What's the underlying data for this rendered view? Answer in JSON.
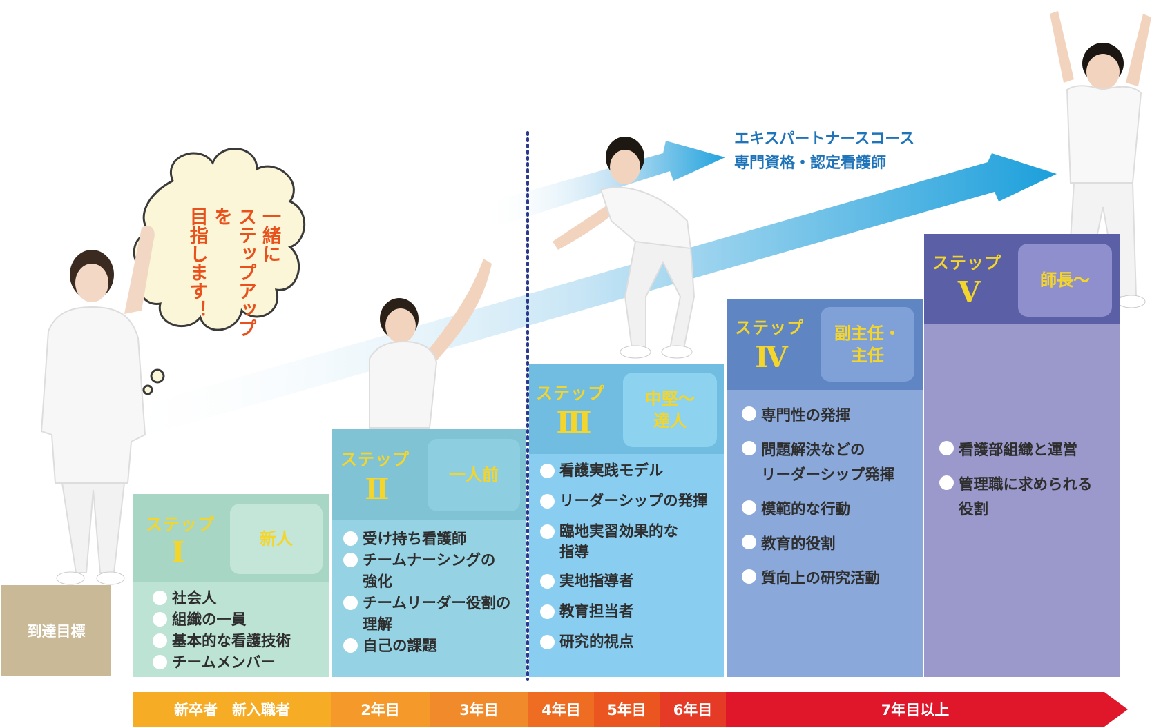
{
  "goal_label": "到達目標",
  "expert": {
    "line1": "エキスパートナースコース",
    "line2": "専門資格・認定看護師"
  },
  "bubble_text": "一緒に\nステップアップを\n目指します！",
  "steps": [
    {
      "step_word": "ステップ",
      "numeral": "Ⅰ",
      "role": "新人",
      "items": [
        "社会人",
        "組織の一員",
        "基本的な看護技術",
        "チームメンバー"
      ]
    },
    {
      "step_word": "ステップ",
      "numeral": "Ⅱ",
      "role": "一人前",
      "items": [
        "受け持ち看護師",
        "チームナーシングの\n強化",
        "チームリーダー役割の\n理解",
        "自己の課題"
      ]
    },
    {
      "step_word": "ステップ",
      "numeral": "Ⅲ",
      "role": "中堅～\n達人",
      "items": [
        "看護実践モデル",
        "リーダーシップの発揮",
        "臨地実習効果的な\n指導",
        "実地指導者",
        "教育担当者",
        "研究的視点"
      ]
    },
    {
      "step_word": "ステップ",
      "numeral": "Ⅳ",
      "role": "副主任・\n主任",
      "items": [
        "専門性の発揮",
        "問題解決などの\nリーダーシップ発揮",
        "模範的な行動",
        "教育的役割",
        "質向上の研究活動"
      ]
    },
    {
      "step_word": "ステップ",
      "numeral": "Ⅴ",
      "role": "師長～",
      "items": [
        "看護部組織と運営",
        "管理職に求められる\n役割"
      ]
    }
  ],
  "timeline": [
    {
      "label": "新卒者　新入職者",
      "color": "#f6ac25"
    },
    {
      "label": "2年目",
      "color": "#f59a2a"
    },
    {
      "label": "3年目",
      "color": "#f08a2b"
    },
    {
      "label": "4年目",
      "color": "#ee6d22"
    },
    {
      "label": "5年目",
      "color": "#ea5520"
    },
    {
      "label": "6年目",
      "color": "#e53b26"
    },
    {
      "label": "7年目以上",
      "color": "#e0162b"
    }
  ],
  "colors": {
    "step1_head": "#a8d6c4",
    "step1_body": "#bde3d4",
    "step1_role": "#c4e6d8",
    "step2_head": "#7fc3d4",
    "step2_body": "#95d2e3",
    "step2_role": "#8dcfe0",
    "step3_head": "#71bce1",
    "step3_body": "#89cdf1",
    "step3_role": "#8dd3ef",
    "step4_head": "#5f86c3",
    "step4_body": "#8aa8d9",
    "step4_role": "#7fa1d8",
    "step5_head": "#5a5fa6",
    "step5_body": "#9b99cc",
    "step5_role": "#8f8fcd",
    "dotted_line": "#2b3a8c"
  },
  "icons": [
    "nurse-woman-icon",
    "nurse-man-reaching-icon",
    "nurse-man-helping-icon",
    "nurse-man-celebrating-icon",
    "thought-cloud-icon"
  ]
}
